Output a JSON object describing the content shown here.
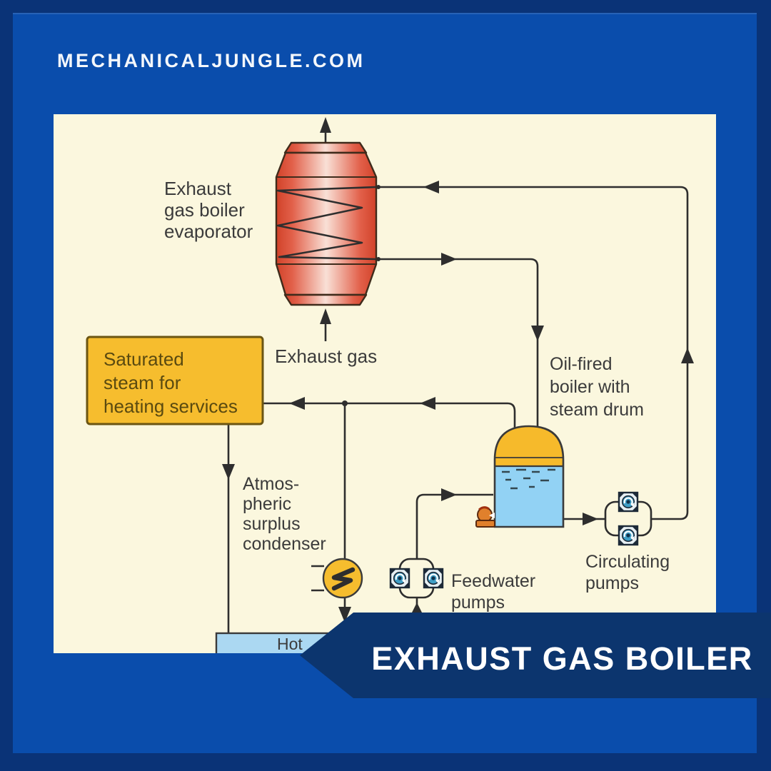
{
  "header": {
    "site_text": "MECHANICALJUNGLE.COM"
  },
  "banner": {
    "title": "EXHAUST GAS BOILER"
  },
  "diagram": {
    "labels": {
      "evaporator": {
        "lines": [
          "Exhaust",
          "gas boiler",
          "evaporator"
        ]
      },
      "exhaust_gas": "Exhaust gas",
      "saturated_steam_box": {
        "lines": [
          "Saturated",
          "steam for",
          "heating services"
        ]
      },
      "oil_fired_boiler": {
        "lines": [
          "Oil-fired",
          "boiler with",
          "steam drum"
        ]
      },
      "atmospheric_condenser": {
        "lines": [
          "Atmos-",
          "pheric",
          "surplus",
          "condenser"
        ]
      },
      "feedwater_pumps": {
        "lines": [
          "Feedwater",
          "pumps"
        ]
      },
      "circulating_pumps": {
        "lines": [
          "Circulating",
          "pumps"
        ]
      },
      "hotwell": "Hot"
    },
    "colors": {
      "outer_frame_navy": "#0a3377",
      "inner_panel_blue": "#0a4dac",
      "diagram_cream": "#fbf7de",
      "banner_navy": "#0c356e",
      "vessel_red": "#d14229",
      "vessel_highlight": "#f9e0d6",
      "steam_yellow": "#f6bd2e",
      "water_blue": "#92d2f4",
      "hotwell_blue": "#abd8f2",
      "pump_teal": "#3f9ec6",
      "burner_orange": "#e0802c",
      "pipe_dark": "#2e2e2e",
      "label_gray": "#3b3b3b"
    }
  }
}
